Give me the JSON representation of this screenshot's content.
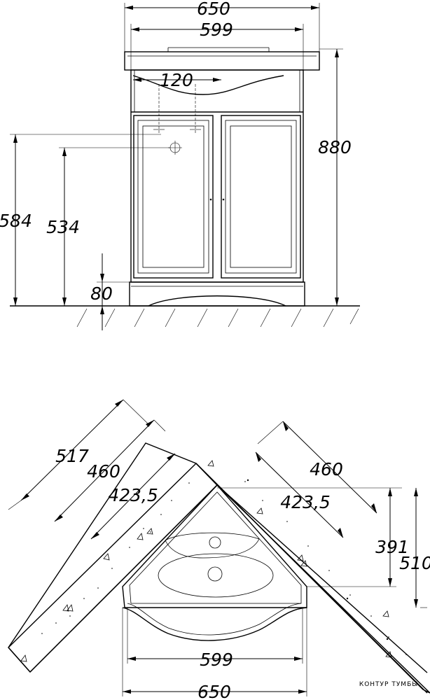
{
  "front_view": {
    "overall_width": "650",
    "cabinet_width": "599",
    "basin_offset": "120",
    "total_height": "880",
    "drain_height_a": "584",
    "drain_height_b": "534",
    "plinth_height": "80"
  },
  "plan_view": {
    "side_a": "517",
    "side_b": "460",
    "side_c": "423,5",
    "side_d": "460",
    "side_e": "423,5",
    "depth_a": "391",
    "depth_b": "510",
    "front_width": "599",
    "overall_width": "650",
    "contour_note": "КОНТУР ТУМБЫ"
  }
}
